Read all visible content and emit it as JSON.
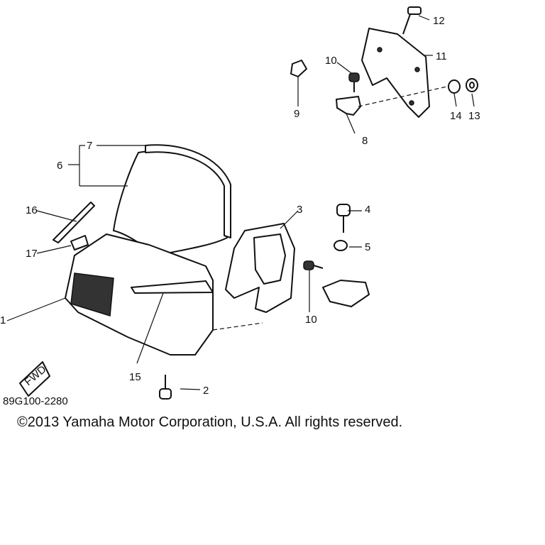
{
  "drawing_code": "89G100-2280",
  "copyright": "©2013 Yamaha Motor Corporation, U.S.A. All rights reserved.",
  "fwd_mark": "FWD",
  "callouts": [
    "1",
    "2",
    "3",
    "4",
    "5",
    "6",
    "7",
    "8",
    "9",
    "10",
    "10",
    "11",
    "12",
    "13",
    "14",
    "15",
    "16",
    "17"
  ]
}
